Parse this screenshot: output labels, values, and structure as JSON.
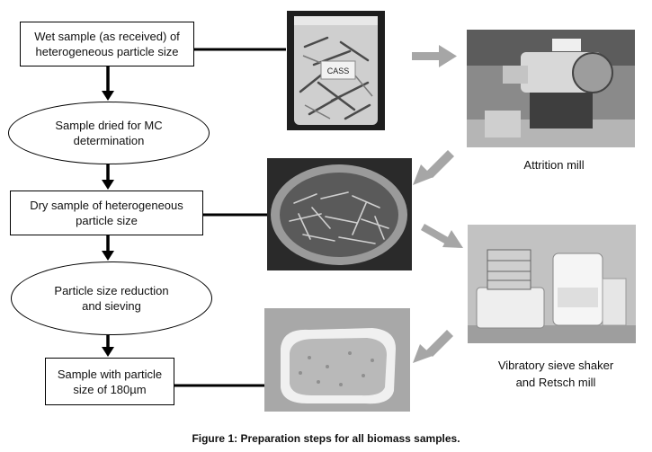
{
  "steps": {
    "wet_sample": "Wet sample (as received) of\nheterogeneous particle size",
    "dried": "Sample dried  for MC\ndetermination",
    "dry_sample": "Dry sample of heterogeneous\nparticle size",
    "reduction": "Particle size reduction\nand sieving",
    "final_sample": "Sample with particle\nsize of 180µm"
  },
  "photo_labels": {
    "bag_tag": "CASS",
    "attrition_mill": "Attrition mill",
    "sieve_shaker": "Vibratory sieve shaker\nand Retsch mill"
  },
  "caption": "Figure 1: Preparation steps for all biomass samples.",
  "colors": {
    "connector": "#000000",
    "arrow": "#a6a6a6"
  }
}
